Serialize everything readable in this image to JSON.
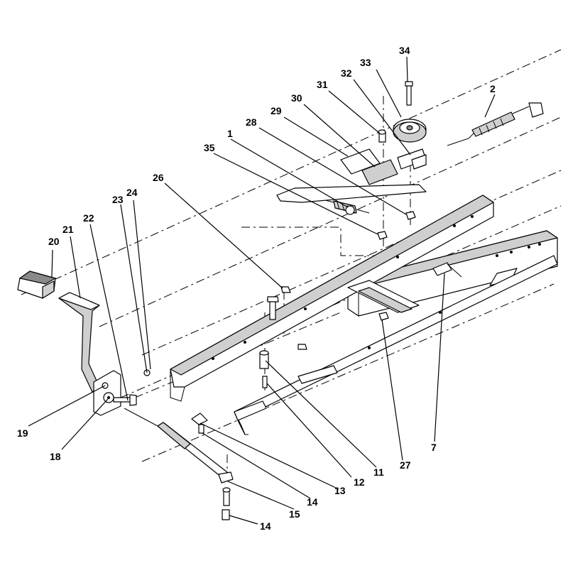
{
  "diagram": {
    "callouts": [
      {
        "id": "c2",
        "label": "2"
      },
      {
        "id": "c34",
        "label": "34"
      },
      {
        "id": "c33",
        "label": "33"
      },
      {
        "id": "c32",
        "label": "32"
      },
      {
        "id": "c31",
        "label": "31"
      },
      {
        "id": "c30",
        "label": "30"
      },
      {
        "id": "c29",
        "label": "29"
      },
      {
        "id": "c28",
        "label": "28"
      },
      {
        "id": "c1",
        "label": "1"
      },
      {
        "id": "c35",
        "label": "35"
      },
      {
        "id": "c26",
        "label": "26"
      },
      {
        "id": "c24",
        "label": "24"
      },
      {
        "id": "c23",
        "label": "23"
      },
      {
        "id": "c22",
        "label": "22"
      },
      {
        "id": "c21",
        "label": "21"
      },
      {
        "id": "c20",
        "label": "20"
      },
      {
        "id": "c19",
        "label": "19"
      },
      {
        "id": "c18",
        "label": "18"
      },
      {
        "id": "c13",
        "label": "13"
      },
      {
        "id": "c14a",
        "label": "14"
      },
      {
        "id": "c15",
        "label": "15"
      },
      {
        "id": "c14b",
        "label": "14"
      },
      {
        "id": "c12",
        "label": "12"
      },
      {
        "id": "c11",
        "label": "11"
      },
      {
        "id": "c27",
        "label": "27"
      },
      {
        "id": "c7",
        "label": "7"
      }
    ]
  }
}
